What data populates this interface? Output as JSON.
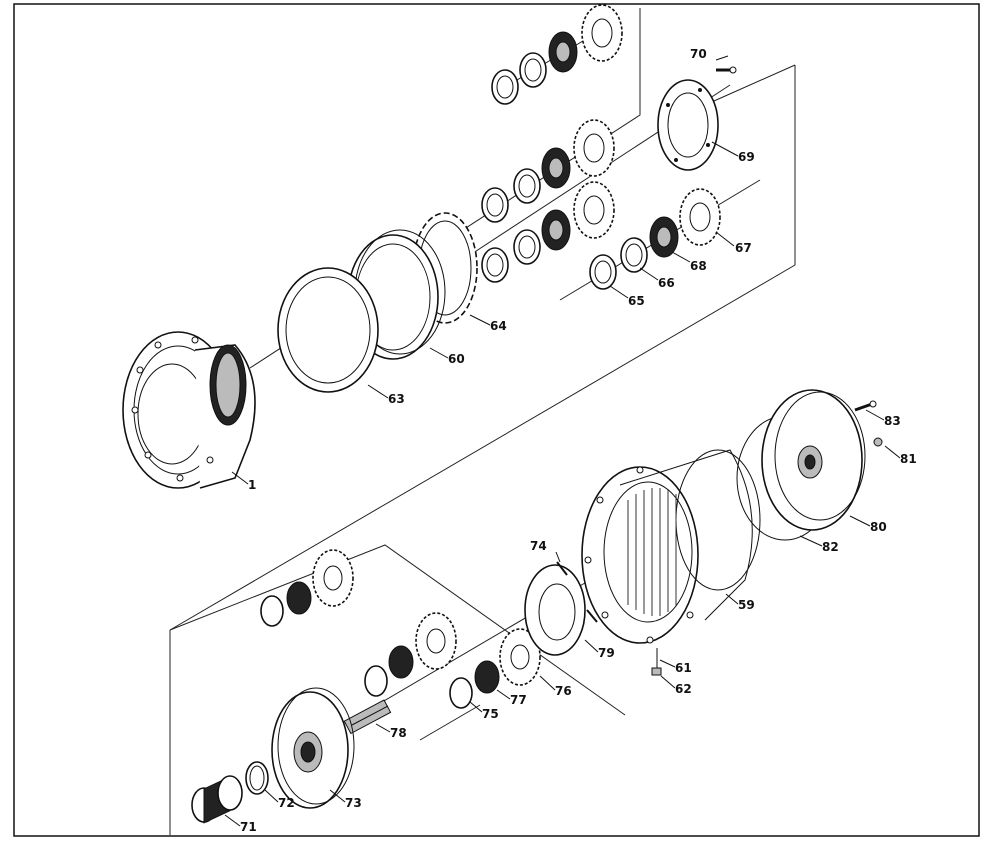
{
  "diagram": {
    "part_labels": [
      "70",
      "69",
      "67",
      "68",
      "66",
      "65",
      "64",
      "60",
      "63",
      "1",
      "83",
      "81",
      "80",
      "82",
      "74",
      "59",
      "79",
      "61",
      "62",
      "76",
      "77",
      "75",
      "78",
      "73",
      "72",
      "71"
    ]
  }
}
